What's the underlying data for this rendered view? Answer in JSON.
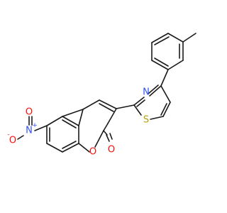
{
  "molecule": {
    "atoms": {
      "nitro_n": {
        "label": "N",
        "charge": "+",
        "color": "#3050f8"
      },
      "nitro_o_top": {
        "label": "O",
        "charge": "",
        "color": "#ff0d0d"
      },
      "nitro_o_left": {
        "label": "O",
        "charge": "-",
        "color": "#ff0d0d"
      },
      "thiazole_n": {
        "label": "N",
        "charge": "",
        "color": "#3050f8"
      },
      "thiazole_s": {
        "label": "S",
        "charge": "",
        "color": "#b8a100"
      },
      "ring_o": {
        "label": "O",
        "charge": "",
        "color": "#ff0d0d"
      },
      "carbonyl_o": {
        "label": "O",
        "charge": "",
        "color": "#ff0d0d"
      }
    },
    "bond_color": "#1a1a1a"
  }
}
